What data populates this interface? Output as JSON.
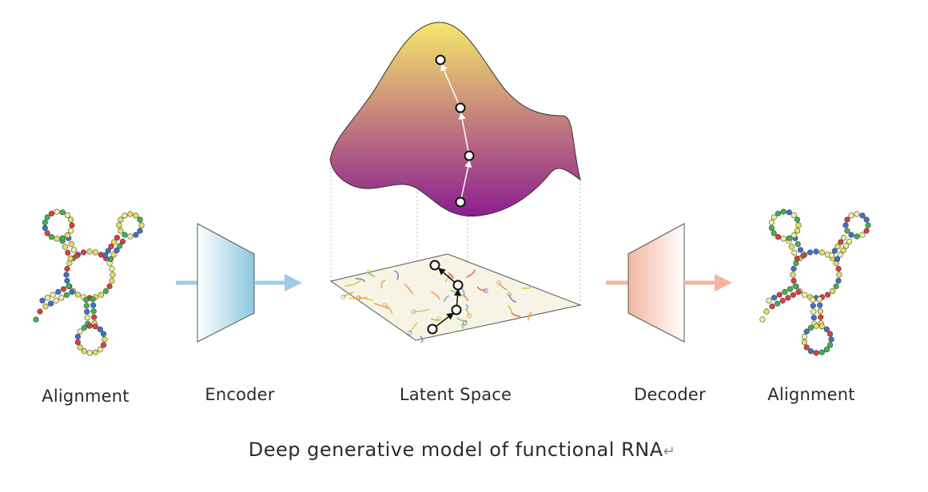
{
  "labels": {
    "left_alignment": "Alignment",
    "encoder": "Encoder",
    "latent_space": "Latent Space",
    "decoder": "Decoder",
    "right_alignment": "Alignment"
  },
  "caption": {
    "text": "Deep generative model of functional RNA",
    "return_mark": "↵"
  },
  "colors": {
    "encoder_light": "#ffffff",
    "encoder_dark": "#8cc8e0",
    "decoder_light": "#ffffff",
    "decoder_dark": "#f2b6a0",
    "landscape_top": "#f5e86a",
    "landscape_bottom": "#8c1d8f",
    "plane_fill": "#f7f4e6",
    "nucleotide_palette": [
      "#e23b3b",
      "#3bb54a",
      "#e8df5a",
      "#3c6fd1",
      "#f0f09a"
    ]
  }
}
